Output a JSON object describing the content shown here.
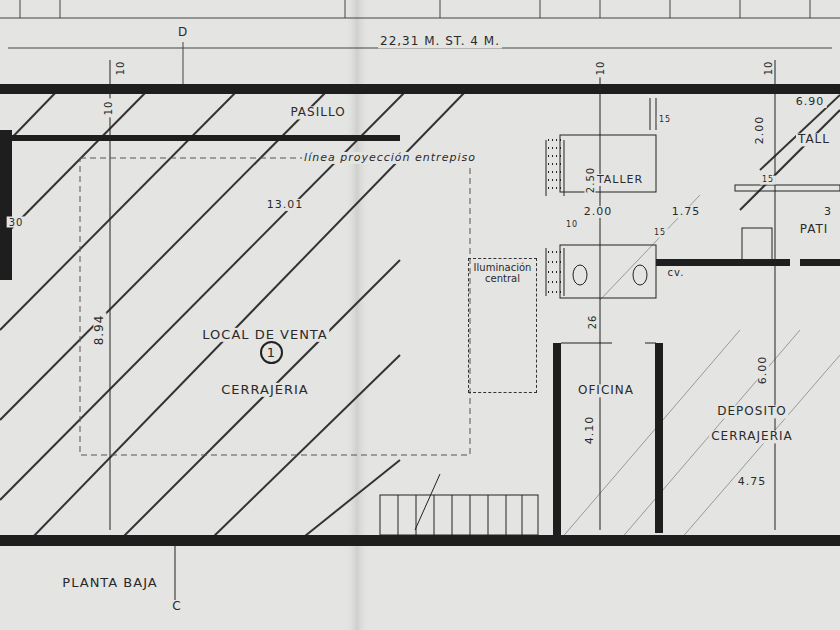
{
  "diagram": {
    "nodes": [
      {
        "text": [
          "1"
        ]
      },
      {
        "text": [
          "Iluminación central"
        ]
      }
    ],
    "labels": [
      "D",
      "22,31 M. ST. 4 M.",
      "10",
      "10",
      "10",
      "PASILLO",
      "10",
      "línea proyección entrepiso",
      "13.01",
      "8.94",
      "LOCAL DE VENTA",
      "CERRAJERIA",
      "TALLER",
      "2.50",
      "2.00",
      "1.75",
      "15",
      "15",
      "10",
      "15",
      "cv.",
      "OFICINA",
      "4.10",
      "DEPOSITO",
      "CERRAJERIA",
      "4.75",
      "6.00",
      "2.00",
      "TALL",
      "PATI",
      "6.90",
      "30",
      "PLANTA BAJA",
      "C",
      "26",
      "3"
    ]
  }
}
